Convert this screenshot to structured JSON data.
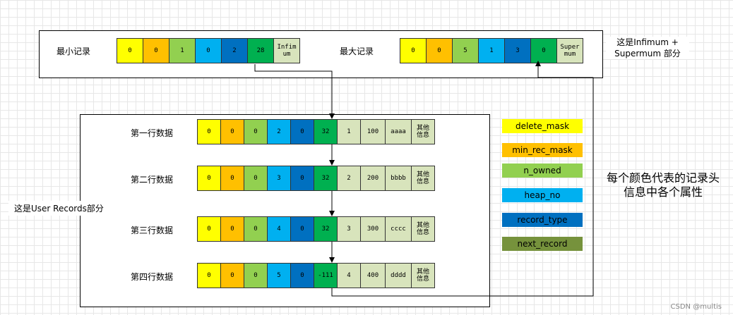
{
  "top_section": {
    "min_label": "最小记录",
    "max_label": "最大记录",
    "min_cells": [
      "0",
      "0",
      "1",
      "0",
      "2",
      "28",
      "Infim\num"
    ],
    "max_cells": [
      "0",
      "0",
      "5",
      "1",
      "3",
      "0",
      "Super\nmum"
    ],
    "note": "这是Infimum +\nSupermum 部分"
  },
  "user_section": {
    "note": "这是User Records部分",
    "rows": [
      {
        "label": "第一行数据",
        "cells": [
          "0",
          "0",
          "0",
          "2",
          "0",
          "32",
          "1",
          "100",
          "aaaa",
          "其他\n信息"
        ]
      },
      {
        "label": "第二行数据",
        "cells": [
          "0",
          "0",
          "0",
          "3",
          "0",
          "32",
          "2",
          "200",
          "bbbb",
          "其他\n信息"
        ]
      },
      {
        "label": "第三行数据",
        "cells": [
          "0",
          "0",
          "0",
          "4",
          "0",
          "32",
          "3",
          "300",
          "cccc",
          "其他\n信息"
        ]
      },
      {
        "label": "第四行数据",
        "cells": [
          "0",
          "0",
          "0",
          "5",
          "0",
          "-111",
          "4",
          "400",
          "dddd",
          "其他\n信息"
        ]
      }
    ]
  },
  "legend": [
    {
      "label": "delete_mask",
      "color": "#ffff00"
    },
    {
      "label": "min_rec_mask",
      "color": "#ffc000"
    },
    {
      "label": "n_owned",
      "color": "#92d050"
    },
    {
      "label": "heap_no",
      "color": "#00b0f0"
    },
    {
      "label": "record_type",
      "color": "#0070c0"
    },
    {
      "label": "next_record",
      "color": "#76923c"
    }
  ],
  "legend_note": "每个颜色代表的记录头\n信息中各个属性",
  "cell_colors": [
    "#ffff00",
    "#ffc000",
    "#92d050",
    "#00b0f0",
    "#0070c0",
    "#00b050",
    "#d8e4bc",
    "#d8e4bc",
    "#d8e4bc",
    "#d8e4bc"
  ],
  "watermark": "CSDN @multis"
}
